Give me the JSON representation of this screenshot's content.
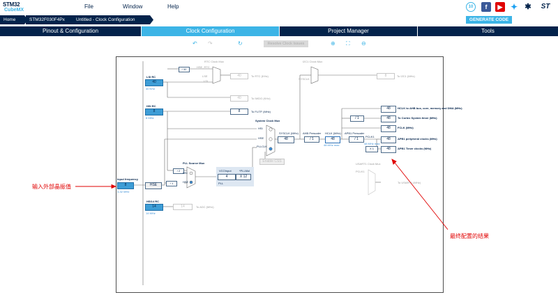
{
  "app": {
    "logo_line1": "STM32",
    "logo_line2": "CubeMX"
  },
  "menu": {
    "file": "File",
    "window": "Window",
    "help": "Help"
  },
  "breadcrumb": [
    "Home",
    "STM32F030F4Px",
    "Untitled - Clock Configuration"
  ],
  "generate_button": "GENERATE CODE",
  "tabs": [
    "Pinout & Configuration",
    "Clock Configuration",
    "Project Manager",
    "Tools"
  ],
  "toolbar": {
    "resolve": "Resolve Clock Issues"
  },
  "clock": {
    "lsi_rc_label": "LSI RC",
    "lsi_value": "40",
    "lsi_khz": "40 KHz",
    "hsi_rc_label": "HSI RC",
    "hsi_value": "8",
    "hsi_mhz": "8 MHz",
    "input_freq_label": "Input frequency",
    "input_freq_value": "8",
    "input_range": "4-32 MHz",
    "hse_label": "HSE",
    "hsi14_rc_label": "HSI14 RC",
    "hsi14_value": "14",
    "hsi14_mhz": "14 MHz",
    "rtc_mux_label": "RTC Clock Mux",
    "div32": "/ 32",
    "hse_rtc": "HSE_RTC",
    "lse": "LSE",
    "lsi": "LSI",
    "rtc_value": "40",
    "to_rtc": "To RTC (KHz)",
    "iwdg_value": "40",
    "to_iwdg": "To IWDG (KHz)",
    "flitf_value": "8",
    "to_flitf": "To FLITF (MHz)",
    "pll_source_mux": "PLL Source Mux",
    "pll_div": "/ 2",
    "pll_prediv": "/ 1",
    "hsi_mux": "HSI",
    "hse_mux": "HSE",
    "vco_input": "VCOInput",
    "vco_value": "4",
    "pllmul_label": "*PLLMul",
    "pllmul_value": "X 12",
    "pll_label": "PLL",
    "adc_value": "14",
    "to_adc": "To ADC (MHz)",
    "sys_mux_label": "System Clock Mux",
    "sys_hsi": "HSI",
    "sys_hse": "HSE",
    "sys_pllclk": "PLLCLK",
    "enable_css": "Enable CSS",
    "sysclk_label": "SYSCLK (MHz)",
    "sysclk_value": "48",
    "ahb_label": "AHB Prescaler",
    "ahb_value": "/ 1",
    "hclk_label": "HCLK (MHz)",
    "hclk_value": "48",
    "hclk_max": "48 MHz max",
    "apb1_label": "APB1 Prescaler",
    "apb1_value": "/ 1",
    "pclk1_label": "PCLK1",
    "pclk1_max": "48 MHz max",
    "x1": "X 1",
    "cortex_div": "/ 1",
    "i2c1_mux": "I2C1 Clock Mux",
    "i2c_value": "8",
    "to_i2c": "To I2C1 (MHz)",
    "sysclk_in": "SYSCLK",
    "usart_mux": "USART1 Clock Mux",
    "to_usart": "To USART1 (MHz)",
    "pclk_in": "PCLK1",
    "out_hclk_ahb": "HCLK to AHB bus, core, memory and DMA (MHz)",
    "out_cortex": "To Cortex System timer (MHz)",
    "out_fclk": "FCLK (MHz)",
    "out_apb1p": "APB1 peripheral clocks (MHz)",
    "out_apb1t": "APB1 Timer clocks (MHz)",
    "outputs": [
      "48",
      "48",
      "48",
      "48",
      "48"
    ]
  },
  "annotations": {
    "left": "输入外部晶振值",
    "right": "最终配置的结果"
  },
  "colors": {
    "navy": "#03234b",
    "accent": "#3cb4e6",
    "annotation": "#e00000"
  }
}
